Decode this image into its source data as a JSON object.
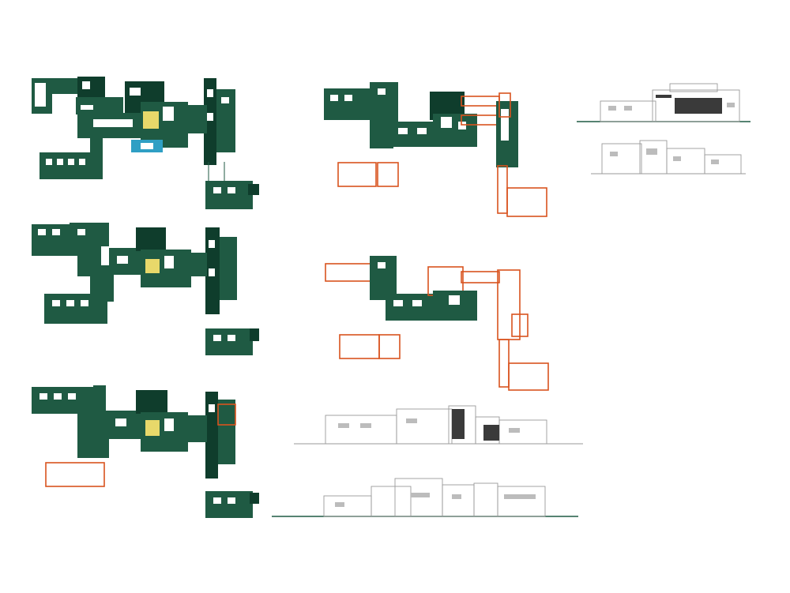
{
  "sheet": {
    "background": "#ffffff",
    "colors": {
      "plan_fill": "#1f5a43",
      "plan_dark": "#0f3d2c",
      "proposed_outline": "#d9531e",
      "elevation_line": "#9a9a9a",
      "courtyard_yellow": "#e8d86a",
      "entrance_blue": "#2f9fc4"
    }
  },
  "drawings": {
    "plans_left": [
      "floor-plan-1",
      "floor-plan-2",
      "floor-plan-3"
    ],
    "plans_center": [
      "floor-plan-4",
      "floor-plan-5"
    ],
    "elevations": [
      "elevation-1",
      "elevation-2",
      "elevation-3",
      "elevation-4"
    ]
  }
}
